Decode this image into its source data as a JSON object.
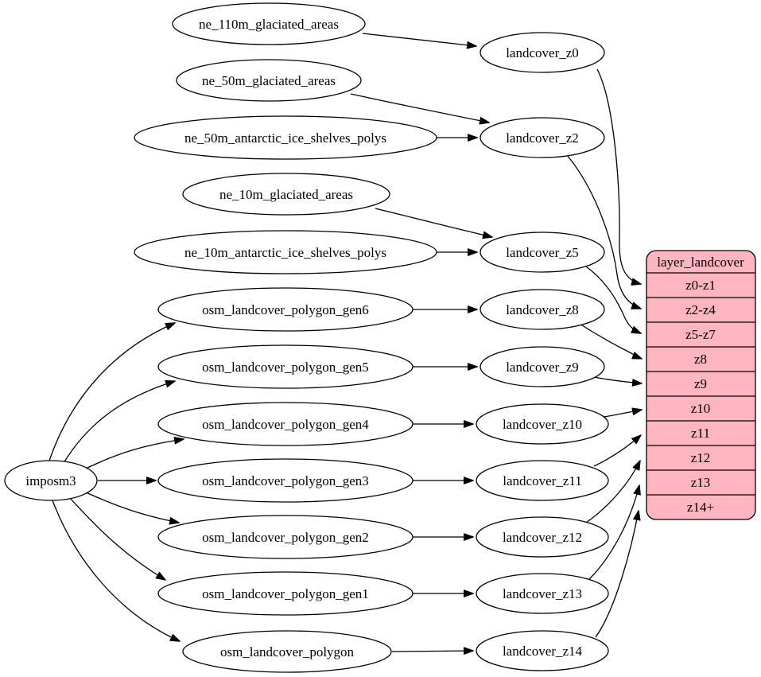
{
  "diagram": {
    "background_color": "#ffffff",
    "node_fill_color": "#ffffff",
    "edge_color": "#000000",
    "nodes": {
      "imposm3": "imposm3",
      "ne_110m_glaciated_areas": "ne_110m_glaciated_areas",
      "ne_50m_glaciated_areas": "ne_50m_glaciated_areas",
      "ne_50m_antarctic_ice_shelves_polys": "ne_50m_antarctic_ice_shelves_polys",
      "ne_10m_glaciated_areas": "ne_10m_glaciated_areas",
      "ne_10m_antarctic_ice_shelves_polys": "ne_10m_antarctic_ice_shelves_polys",
      "osm_landcover_polygon_gen6": "osm_landcover_polygon_gen6",
      "osm_landcover_polygon_gen5": "osm_landcover_polygon_gen5",
      "osm_landcover_polygon_gen4": "osm_landcover_polygon_gen4",
      "osm_landcover_polygon_gen3": "osm_landcover_polygon_gen3",
      "osm_landcover_polygon_gen2": "osm_landcover_polygon_gen2",
      "osm_landcover_polygon_gen1": "osm_landcover_polygon_gen1",
      "osm_landcover_polygon": "osm_landcover_polygon",
      "landcover_z0": "landcover_z0",
      "landcover_z2": "landcover_z2",
      "landcover_z5": "landcover_z5",
      "landcover_z8": "landcover_z8",
      "landcover_z9": "landcover_z9",
      "landcover_z10": "landcover_z10",
      "landcover_z11": "landcover_z11",
      "landcover_z12": "landcover_z12",
      "landcover_z13": "landcover_z13",
      "landcover_z14": "landcover_z14"
    },
    "table": {
      "title": "layer_landcover",
      "fill": "#ffb6c1",
      "rows": [
        "z0-z1",
        "z2-z4",
        "z5-z7",
        "z8",
        "z9",
        "z10",
        "z11",
        "z12",
        "z13",
        "z14+"
      ]
    },
    "edges": [
      "ne_110m_glaciated_areas -> landcover_z0",
      "ne_50m_glaciated_areas -> landcover_z2",
      "ne_50m_antarctic_ice_shelves_polys -> landcover_z2",
      "ne_10m_glaciated_areas -> landcover_z5",
      "ne_10m_antarctic_ice_shelves_polys -> landcover_z5",
      "imposm3 -> osm_landcover_polygon_gen6",
      "imposm3 -> osm_landcover_polygon_gen5",
      "imposm3 -> osm_landcover_polygon_gen4",
      "imposm3 -> osm_landcover_polygon_gen3",
      "imposm3 -> osm_landcover_polygon_gen2",
      "imposm3 -> osm_landcover_polygon_gen1",
      "imposm3 -> osm_landcover_polygon",
      "osm_landcover_polygon_gen6 -> landcover_z8",
      "osm_landcover_polygon_gen5 -> landcover_z9",
      "osm_landcover_polygon_gen4 -> landcover_z10",
      "osm_landcover_polygon_gen3 -> landcover_z11",
      "osm_landcover_polygon_gen2 -> landcover_z12",
      "osm_landcover_polygon_gen1 -> landcover_z13",
      "osm_landcover_polygon -> landcover_z14",
      "landcover_z0 -> layer_landcover:z0-z1",
      "landcover_z2 -> layer_landcover:z2-z4",
      "landcover_z5 -> layer_landcover:z5-z7",
      "landcover_z8 -> layer_landcover:z8",
      "landcover_z9 -> layer_landcover:z9",
      "landcover_z10 -> layer_landcover:z10",
      "landcover_z11 -> layer_landcover:z11",
      "landcover_z12 -> layer_landcover:z12",
      "landcover_z13 -> layer_landcover:z13",
      "landcover_z14 -> layer_landcover:z14+"
    ]
  }
}
